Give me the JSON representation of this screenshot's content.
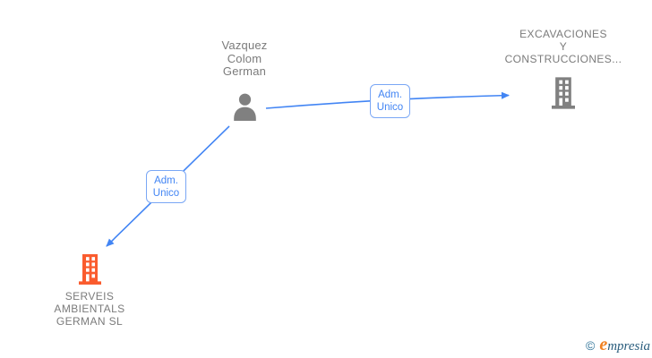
{
  "diagram": {
    "person": {
      "name_lines": [
        "Vazquez",
        "Colom",
        "German"
      ],
      "icon": "person-icon"
    },
    "company_right": {
      "name_lines": [
        "EXCAVACIONES",
        "Y",
        "CONSTRUCCIONES..."
      ],
      "icon": "building-icon"
    },
    "company_left": {
      "name_lines": [
        "SERVEIS",
        "AMBIENTALS",
        "GERMAN SL"
      ],
      "icon": "building-icon"
    },
    "edge_right": {
      "label_lines": [
        "Adm.",
        "Unico"
      ]
    },
    "edge_left": {
      "label_lines": [
        "Adm.",
        "Unico"
      ]
    }
  },
  "colors": {
    "edge_blue": "#4285f4",
    "edge_box_border": "#7aa7f5",
    "node_gray": "#808080",
    "node_text_gray": "#7b7b7b",
    "highlight_orange": "#fa5b2d",
    "logo_copyright_blue": "#2c7197",
    "logo_e_orange": "#f08122",
    "logo_text_navy": "#2a5d7d"
  },
  "branding": {
    "copyright_symbol": "©",
    "logo_first_letter": "e",
    "logo_rest": "mpresia"
  }
}
